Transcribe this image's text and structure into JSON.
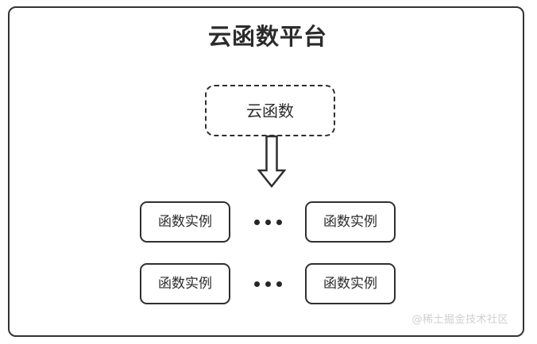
{
  "diagram": {
    "type": "block-diagram",
    "title": "云函数平台",
    "platform": {
      "label": "云函数平台",
      "border_color": "#333333",
      "background": "#ffffff"
    },
    "cloud_function": {
      "label": "云函数",
      "border_style": "dashed",
      "border_color": "#2f2f2f"
    },
    "arrow": {
      "name": "down-arrow",
      "direction": "down",
      "style": "hollow-block",
      "stroke_color": "#2f2f2f",
      "fill": "#ffffff"
    },
    "instance_rows": [
      {
        "row_id": "row-1",
        "left_box": {
          "label": "函数实例"
        },
        "ellipsis": "•••",
        "right_box": {
          "label": "函数实例"
        }
      },
      {
        "row_id": "row-2",
        "left_box": {
          "label": "函数实例"
        },
        "ellipsis": "•••",
        "right_box": {
          "label": "函数实例"
        }
      }
    ],
    "watermark": {
      "text": "@稀土掘金技术社区",
      "color": "#cfcfcf"
    }
  }
}
